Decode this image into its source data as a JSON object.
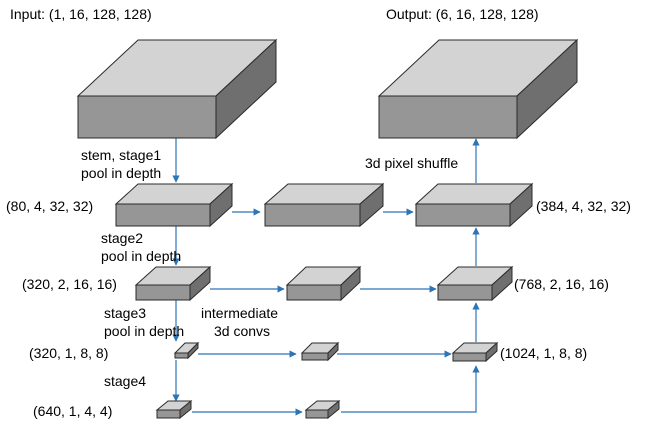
{
  "labels": {
    "input": "Input: (1, 16, 128, 128)",
    "output": "Output: (6, 16, 128, 128)",
    "stem_stage1": "stem, stage1",
    "pool_in_depth": "pool in depth",
    "stage2": "stage2",
    "stage3": "stage3",
    "stage4": "stage4",
    "intermediate_line1": "intermediate",
    "intermediate_line2": "3d convs",
    "pixel_shuffle": "3d pixel shuffle"
  },
  "shapes": {
    "enc1": "(80, 4, 32, 32)",
    "enc2": "(320, 2, 16, 16)",
    "enc3": "(320, 1, 8, 8)",
    "enc4": "(640, 1, 4, 4)",
    "dec1": "(384, 4, 32, 32)",
    "dec2": "(768, 2, 16, 16)",
    "dec3": "(1024, 1, 8, 8)"
  },
  "colors": {
    "arrow": "#2e75b6",
    "box_front": "#969696",
    "box_top": "#d3d3d3",
    "box_side": "#6f6f6f"
  }
}
